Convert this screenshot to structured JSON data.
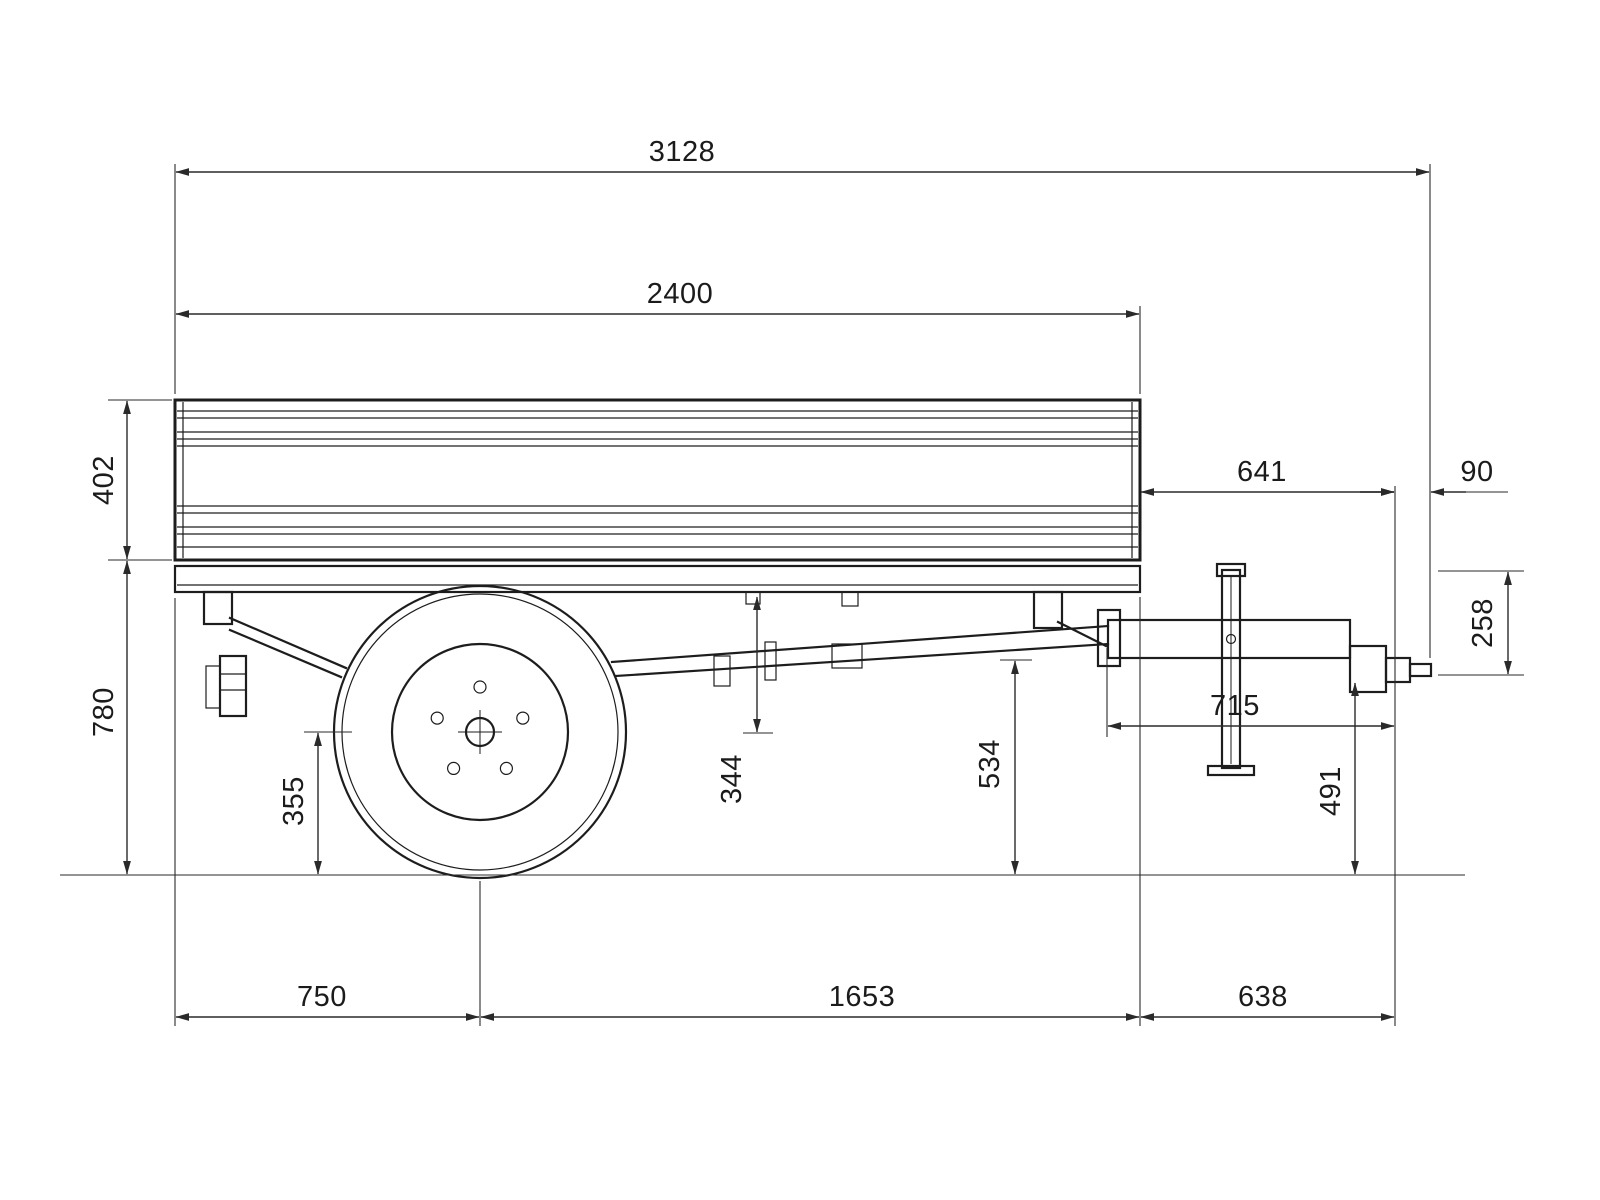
{
  "drawing": {
    "colors": {
      "background": "#ffffff",
      "line": "#1d1d1d"
    },
    "dims": {
      "total_length": "3128",
      "box_length": "2400",
      "box_height": "402",
      "left_height": "780",
      "rear_overhang": "641",
      "tip_offset": "90",
      "coupling_drop": "258",
      "drawbar_span": "715",
      "coupling_height": "491",
      "chassis_height": "534",
      "frame_drop": "344",
      "axle_height": "355",
      "left_to_axle": "750",
      "axle_to_box_end": "1653",
      "box_end_to_coupling": "638"
    }
  }
}
